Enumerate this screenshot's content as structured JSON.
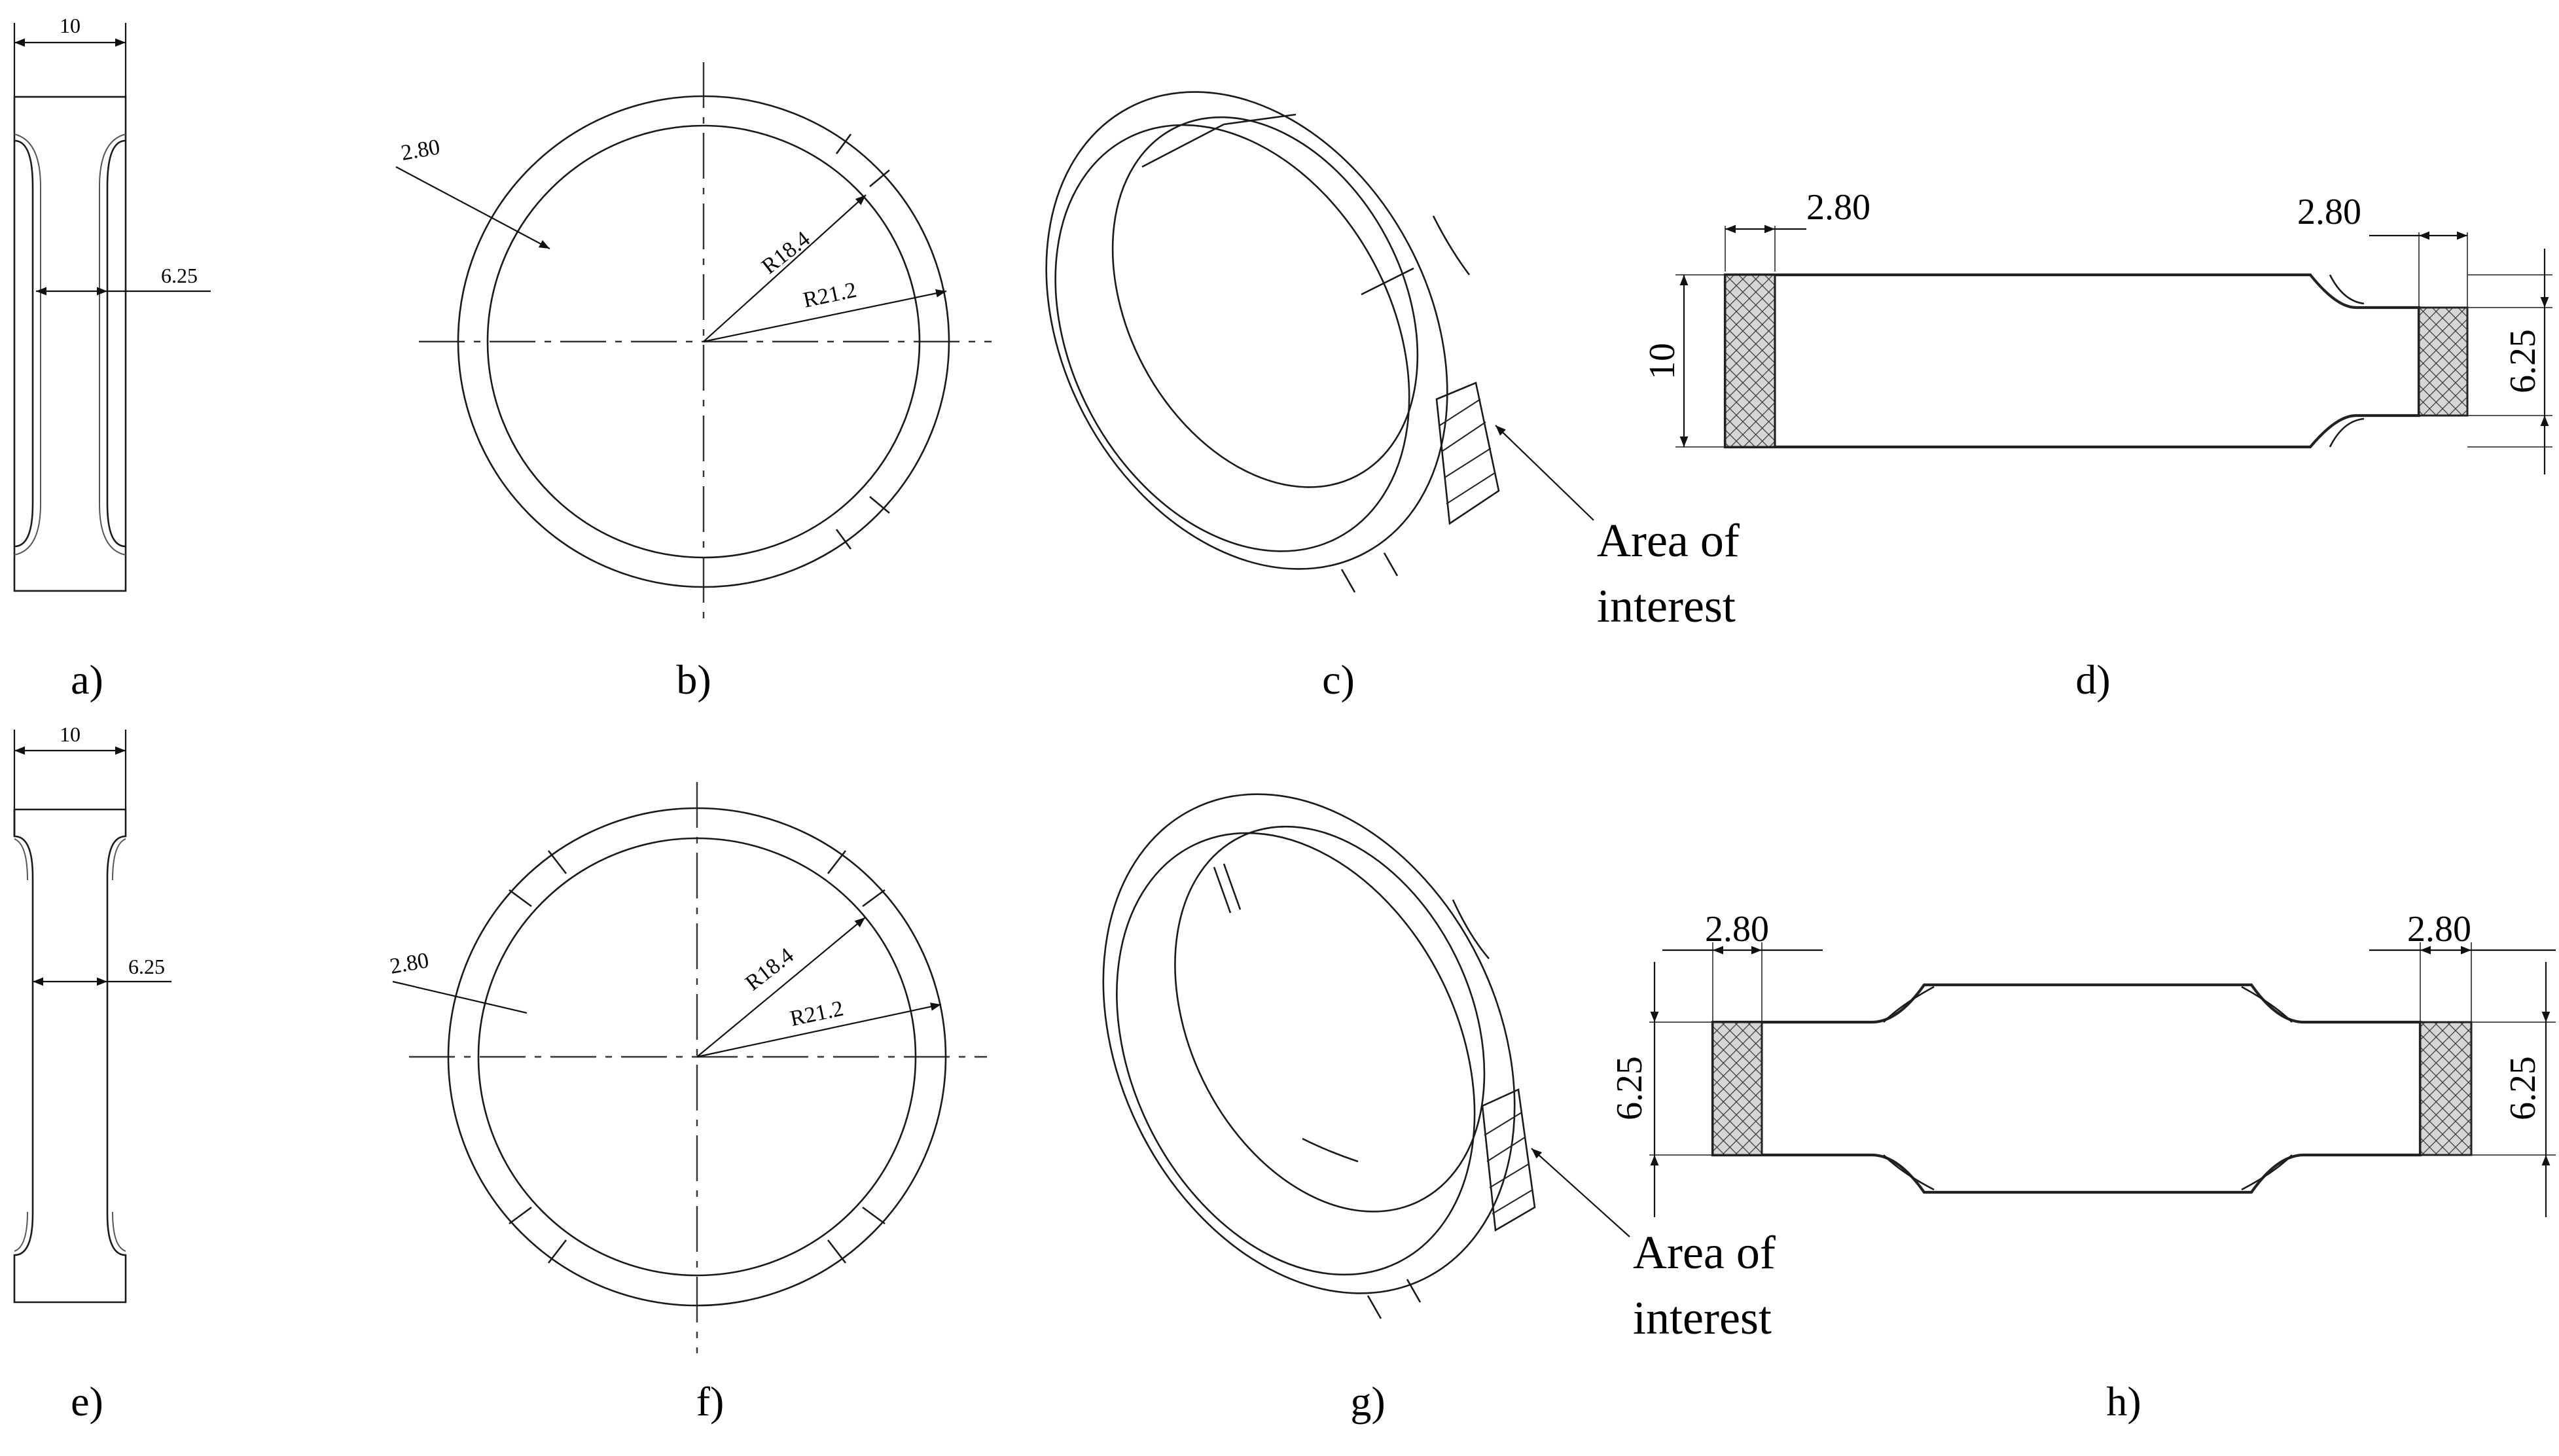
{
  "panel_labels": {
    "a": "a)",
    "b": "b)",
    "c": "c)",
    "d": "d)",
    "e": "e)",
    "f": "f)",
    "g": "g)",
    "h": "h)"
  },
  "dimensions": {
    "width_10": "10",
    "neck_6_25": "6.25",
    "wall_2_80": "2.80",
    "inner_radius": "R18.4",
    "outer_radius": "R21.2"
  },
  "callouts": {
    "area_line1": "Area of",
    "area_line2": "interest"
  },
  "colors": {
    "line": "#1a1a1a",
    "hatch": "#222222",
    "background": "#ffffff"
  }
}
